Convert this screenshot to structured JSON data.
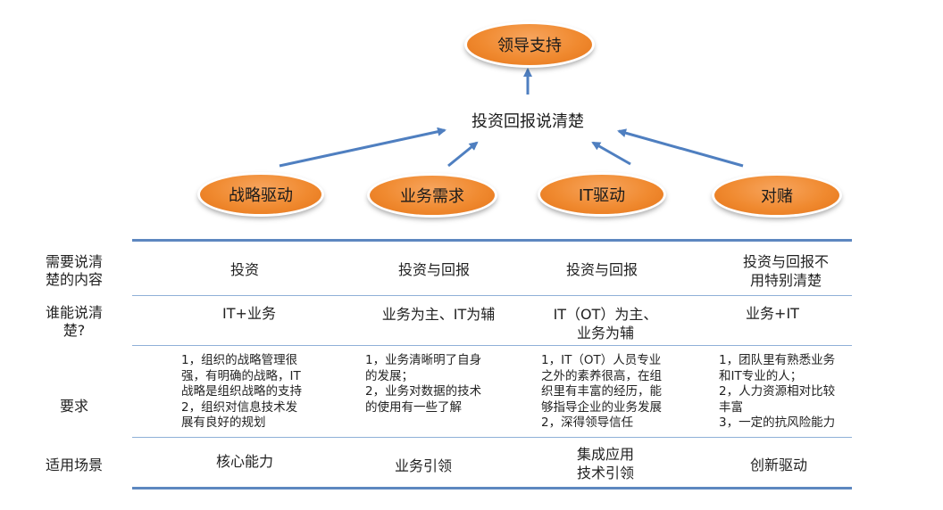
{
  "nodes": {
    "top": "领导支持",
    "center": "投资回报说清楚",
    "n1": "战略驱动",
    "n2": "业务需求",
    "n3": "IT驱动",
    "n4": "对赌"
  },
  "rows": {
    "r1": {
      "label": "需要说清\n楚的内容",
      "c1": "投资",
      "c2": "投资与回报",
      "c3": "投资与回报",
      "c4": "投资与回报不\n用特别清楚"
    },
    "r2": {
      "label": "谁能说清\n楚?",
      "c1": "IT+业务",
      "c2": "业务为主、IT为辅",
      "c3": "IT（OT）为主、\n业务为辅",
      "c4": "业务+IT"
    },
    "r3": {
      "label": "要求",
      "c1": "1，组织的战略管理很\n强，有明确的战略，IT\n战略是组织战略的支持\n2，组织对信息技术发\n展有良好的规划",
      "c2": "1，业务清晰明了自身\n的发展；\n2，业务对数据的技术\n的使用有一些了解",
      "c3": "1，IT（OT）人员专业\n之外的素养很高，在组\n织里有丰富的经历，能\n够指导企业的业务发展\n2，深得领导信任",
      "c4": "1，团队里有熟悉业务\n和IT专业的人；\n2，人力资源相对比较\n丰富\n3，一定的抗风险能力"
    },
    "r4": {
      "label": "适用场景",
      "c1": "核心能力",
      "c2": "业务引领",
      "c3": "集成应用\n技术引领",
      "c4": "创新驱动"
    }
  },
  "colors": {
    "oval": "#f08a30",
    "arrow": "#4f7fc0",
    "rule": "#5d87c0"
  }
}
